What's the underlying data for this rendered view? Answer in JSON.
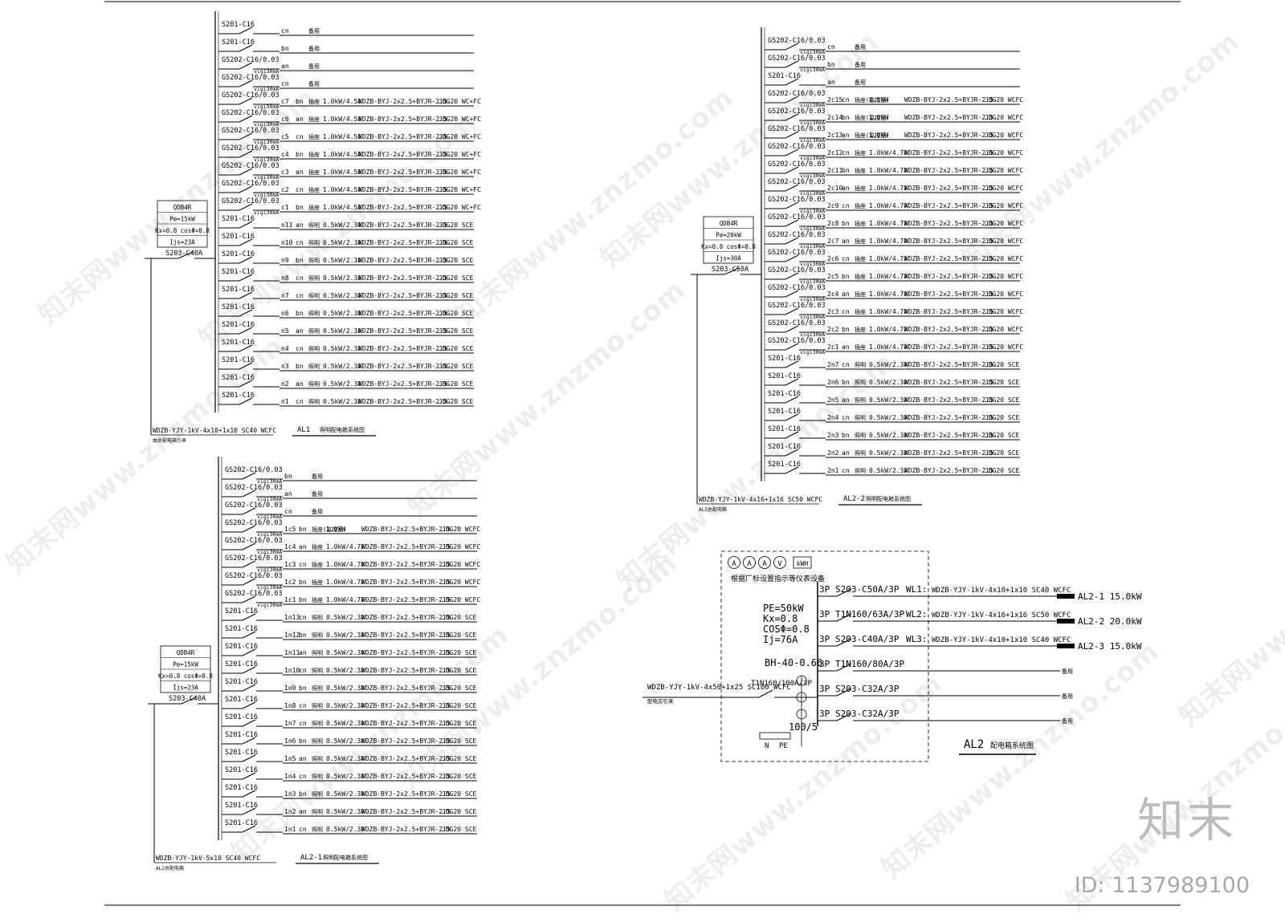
{
  "panels": [
    {
      "id": "al1",
      "ox": 0,
      "oy": 0,
      "meter": [
        "QDB4R",
        "Pe=15kW",
        "Kx=0.8   cosΦ=0.8",
        "Ijs=23A"
      ],
      "main_breaker": "S203-C40A",
      "feeder": "WDZB-YJY-1kV-4x10+1x10  SC40   WCFC",
      "feeder_note": "由总配电箱引来",
      "title": "AL1",
      "title_note": "照明配电箱系统图",
      "circuits": [
        {
          "b": "S201-C16",
          "r": "",
          "id": "cn",
          "ph": "",
          "use": "备用",
          "p": "",
          "cab": "",
          "pipe": ""
        },
        {
          "b": "S201-C16",
          "r": "",
          "id": "bn",
          "ph": "",
          "use": "备用",
          "p": "",
          "cab": "",
          "pipe": ""
        },
        {
          "b": "GS202-C16/0.03",
          "r": "vigi30mA",
          "id": "an",
          "ph": "",
          "use": "备用",
          "p": "",
          "cab": "",
          "pipe": ""
        },
        {
          "b": "GS202-C16/0.03",
          "r": "vigi30mA",
          "id": "cn",
          "ph": "",
          "use": "备用",
          "p": "",
          "cab": "",
          "pipe": ""
        },
        {
          "b": "GS202-C16/0.03",
          "r": "vigi30mA",
          "id": "c7",
          "ph": "bn",
          "use": "插座",
          "p": "1.0kW/4.5A",
          "cab": "WDZB-BYJ-2x2.5+BYJR-2.5",
          "pipe": "JDG20   WC+FC"
        },
        {
          "b": "GS202-C16/0.03",
          "r": "vigi30mA",
          "id": "c6",
          "ph": "an",
          "use": "插座",
          "p": "1.0kW/4.5A",
          "cab": "WDZB-BYJ-2x2.5+BYJR-2.5",
          "pipe": "JDG20   WC+FC"
        },
        {
          "b": "GS202-C16/0.03",
          "r": "vigi30mA",
          "id": "c5",
          "ph": "cn",
          "use": "插座",
          "p": "1.0kW/4.5A",
          "cab": "WDZB-BYJ-2x2.5+BYJR-2.5",
          "pipe": "JDG20   WC+FC"
        },
        {
          "b": "GS202-C16/0.03",
          "r": "vigi30mA",
          "id": "c4",
          "ph": "bn",
          "use": "插座",
          "p": "1.0kW/4.5A",
          "cab": "WDZB-BYJ-2x2.5+BYJR-2.5",
          "pipe": "JDG20   WC+FC"
        },
        {
          "b": "GS202-C16/0.03",
          "r": "vigi30mA",
          "id": "c3",
          "ph": "an",
          "use": "插座",
          "p": "1.0kW/4.5A",
          "cab": "WDZB-BYJ-2x2.5+BYJR-2.5",
          "pipe": "JDG20   WC+FC"
        },
        {
          "b": "GS202-C16/0.03",
          "r": "vigi30mA",
          "id": "c2",
          "ph": "cn",
          "use": "插座",
          "p": "1.0kW/4.5A",
          "cab": "WDZB-BYJ-2x2.5+BYJR-2.5",
          "pipe": "JDG20   WC+FC"
        },
        {
          "b": "GS202-C16/0.03",
          "r": "vigi30mA",
          "id": "c1",
          "ph": "bn",
          "use": "插座",
          "p": "1.0kW/4.5A",
          "cab": "WDZB-BYJ-2x2.5+BYJR-2.5",
          "pipe": "JDG20   WC+FC"
        },
        {
          "b": "S201-C16",
          "r": "",
          "id": "n11",
          "ph": "an",
          "use": "照明",
          "p": "0.5kW/2.3A",
          "cab": "WDZB-BYJ-2x2.5+BYJR-2.5",
          "pipe": "JDG20   SCE"
        },
        {
          "b": "S201-C16",
          "r": "",
          "id": "n10",
          "ph": "cn",
          "use": "照明",
          "p": "0.5kW/2.3A",
          "cab": "WDZB-BYJ-2x2.5+BYJR-2.5",
          "pipe": "JDG20   SCE"
        },
        {
          "b": "S201-C16",
          "r": "",
          "id": "n9",
          "ph": "bn",
          "use": "照明",
          "p": "0.5kW/2.3A",
          "cab": "WDZB-BYJ-2x2.5+BYJR-2.5",
          "pipe": "JDG20   SCE"
        },
        {
          "b": "S201-C16",
          "r": "",
          "id": "n8",
          "ph": "cn",
          "use": "照明",
          "p": "0.5kW/2.3A",
          "cab": "WDZB-BYJ-2x2.5+BYJR-2.5",
          "pipe": "JDG20   SCE"
        },
        {
          "b": "S201-C16",
          "r": "",
          "id": "n7",
          "ph": "cn",
          "use": "照明",
          "p": "0.5kW/2.3A",
          "cab": "WDZB-BYJ-2x2.5+BYJR-2.5",
          "pipe": "JDG20   SCE"
        },
        {
          "b": "S201-C16",
          "r": "",
          "id": "n6",
          "ph": "bn",
          "use": "照明",
          "p": "0.5kW/2.3A",
          "cab": "WDZB-BYJ-2x2.5+BYJR-2.5",
          "pipe": "JDG20   SCE"
        },
        {
          "b": "S201-C16",
          "r": "",
          "id": "n5",
          "ph": "an",
          "use": "照明",
          "p": "0.5kW/2.3A",
          "cab": "WDZB-BYJ-2x2.5+BYJR-2.5",
          "pipe": "JDG20   SCE"
        },
        {
          "b": "S201-C16",
          "r": "",
          "id": "n4",
          "ph": "cn",
          "use": "照明",
          "p": "0.5kW/2.3A",
          "cab": "WDZB-BYJ-2x2.5+BYJR-2.5",
          "pipe": "JDG20   SCE"
        },
        {
          "b": "S201-C16",
          "r": "",
          "id": "n3",
          "ph": "bn",
          "use": "照明",
          "p": "0.5kW/2.3A",
          "cab": "WDZB-BYJ-2x2.5+BYJR-2.5",
          "pipe": "JDG20   SCE"
        },
        {
          "b": "S201-C16",
          "r": "",
          "id": "n2",
          "ph": "an",
          "use": "照明",
          "p": "0.5kW/2.3A",
          "cab": "WDZB-BYJ-2x2.5+BYJR-2.5",
          "pipe": "JDG20   SCE"
        },
        {
          "b": "S201-C16",
          "r": "",
          "id": "n1",
          "ph": "cn",
          "use": "照明",
          "p": "0.5kW/2.3A",
          "cab": "WDZB-BYJ-2x2.5+BYJR-2.5",
          "pipe": "JDG20   SCE"
        }
      ]
    },
    {
      "id": "al2-1",
      "ox": 4,
      "oy": 555,
      "meter": [
        "QDB4R",
        "Pe=15kW",
        "Kx=0.8   cosΦ=0.8",
        "Ijs=23A"
      ],
      "main_breaker": "S203-C40A",
      "feeder": "WDZB-YJY-1kV-5x10  SC40   WCFC",
      "feeder_note": "AL2总配电箱",
      "title": "AL2-1",
      "title_note": "照明配电箱系统图",
      "circuits": [
        {
          "b": "GS202-C16/0.03",
          "r": "vigi30mA",
          "id": "bn",
          "ph": "",
          "use": "备用",
          "p": "",
          "cab": "",
          "pipe": ""
        },
        {
          "b": "GS202-C16/0.03",
          "r": "vigi30mA",
          "id": "an",
          "ph": "",
          "use": "备用",
          "p": "",
          "cab": "",
          "pipe": ""
        },
        {
          "b": "GS202-C16/0.03",
          "r": "vigi30mA",
          "id": "cn",
          "ph": "",
          "use": "备用",
          "p": "",
          "cab": "",
          "pipe": ""
        },
        {
          "b": "GS202-C16/0.03",
          "r": "vigi30mA",
          "id": "1c5",
          "ph": "bn",
          "use": "插座(监控室)",
          "p": "1.0kW",
          "cab": "WDZB-BYJ-2x2.5+BYJR-2.5",
          "pipe": "JDG20  WCFC"
        },
        {
          "b": "GS202-C16/0.03",
          "r": "vigi30mA",
          "id": "1c4",
          "ph": "an",
          "use": "插座",
          "p": "1.0kW/4.7A",
          "cab": "WDZB-BYJ-2x2.5+BYJR-2.5",
          "pipe": "JDG20  WCFC"
        },
        {
          "b": "GS202-C16/0.03",
          "r": "vigi30mA",
          "id": "1c3",
          "ph": "cn",
          "use": "插座",
          "p": "1.0kW/4.7A",
          "cab": "WDZB-BYJ-2x2.5+BYJR-2.5",
          "pipe": "JDG20  WCFC"
        },
        {
          "b": "GS202-C16/0.03",
          "r": "vigi30mA",
          "id": "1c2",
          "ph": "bn",
          "use": "插座",
          "p": "1.0kW/4.7A",
          "cab": "WDZB-BYJ-2x2.5+BYJR-2.5",
          "pipe": "JDG20  WCFC"
        },
        {
          "b": "GS202-C16/0.03",
          "r": "vigi30mA",
          "id": "1c1",
          "ph": "bn",
          "use": "插座",
          "p": "1.0kW/4.7A",
          "cab": "WDZB-BYJ-2x2.5+BYJR-2.5",
          "pipe": "JDG20  WCFC"
        },
        {
          "b": "S201-C16",
          "r": "",
          "id": "1n13",
          "ph": "cn",
          "use": "照明",
          "p": "0.5kW/2.3A",
          "cab": "WDZB-BYJ-2x2.5+BYJR-2.5",
          "pipe": "JDG20  SCE"
        },
        {
          "b": "S201-C16",
          "r": "",
          "id": "1n12",
          "ph": "bn",
          "use": "照明",
          "p": "0.5kW/2.3A",
          "cab": "WDZB-BYJ-2x2.5+BYJR-2.5",
          "pipe": "JDG20  SCE"
        },
        {
          "b": "S201-C16",
          "r": "",
          "id": "1n11",
          "ph": "an",
          "use": "照明",
          "p": "0.5kW/2.3A",
          "cab": "WDZB-BYJ-2x2.5+BYJR-2.5",
          "pipe": "JDG20  SCE"
        },
        {
          "b": "S201-C16",
          "r": "",
          "id": "1n10",
          "ph": "cn",
          "use": "照明",
          "p": "0.5kW/2.3A",
          "cab": "WDZB-BYJ-2x2.5+BYJR-2.5",
          "pipe": "JDG20  SCE"
        },
        {
          "b": "S201-C16",
          "r": "",
          "id": "1n9",
          "ph": "bn",
          "use": "照明",
          "p": "0.5kW/2.3A",
          "cab": "WDZB-BYJ-2x2.5+BYJR-2.5",
          "pipe": "JDG20  SCE"
        },
        {
          "b": "S201-C16",
          "r": "",
          "id": "1n8",
          "ph": "cn",
          "use": "照明",
          "p": "0.5kW/2.3A",
          "cab": "WDZB-BYJ-2x2.5+BYJR-2.5",
          "pipe": "JDG20  SCE"
        },
        {
          "b": "S201-C16",
          "r": "",
          "id": "1n7",
          "ph": "cn",
          "use": "照明",
          "p": "0.5kW/2.3A",
          "cab": "WDZB-BYJ-2x2.5+BYJR-2.5",
          "pipe": "JDG20  SCE"
        },
        {
          "b": "S201-C16",
          "r": "",
          "id": "1n6",
          "ph": "bn",
          "use": "照明",
          "p": "0.5kW/2.3A",
          "cab": "WDZB-BYJ-2x2.5+BYJR-2.5",
          "pipe": "JDG20  SCE"
        },
        {
          "b": "S201-C16",
          "r": "",
          "id": "1n5",
          "ph": "an",
          "use": "照明",
          "p": "0.5kW/2.3A",
          "cab": "WDZB-BYJ-2x2.5+BYJR-2.5",
          "pipe": "JDG20  SCE"
        },
        {
          "b": "S201-C16",
          "r": "",
          "id": "1n4",
          "ph": "cn",
          "use": "照明",
          "p": "0.5kW/2.3A",
          "cab": "WDZB-BYJ-2x2.5+BYJR-2.5",
          "pipe": "JDG20  SCE"
        },
        {
          "b": "S201-C16",
          "r": "",
          "id": "1n3",
          "ph": "bn",
          "use": "照明",
          "p": "0.5kW/2.3A",
          "cab": "WDZB-BYJ-2x2.5+BYJR-2.5",
          "pipe": "JDG20  SCE"
        },
        {
          "b": "S201-C16",
          "r": "",
          "id": "1n2",
          "ph": "an",
          "use": "照明",
          "p": "0.5kW/2.3A",
          "cab": "WDZB-BYJ-2x2.5+BYJR-2.5",
          "pipe": "JDG20  SCE"
        },
        {
          "b": "S201-C16",
          "r": "",
          "id": "1n1",
          "ph": "cn",
          "use": "照明",
          "p": "0.5kW/2.3A",
          "cab": "WDZB-BYJ-2x2.5+BYJR-2.5",
          "pipe": "JDG20  SCE"
        }
      ]
    },
    {
      "id": "al2-2",
      "ox": 680,
      "oy": 20,
      "meter": [
        "QDB4R",
        "Pe=20kW",
        "Kx=0.8   cosΦ=0.8",
        "Ijs=30A"
      ],
      "main_breaker": "S203-C50A",
      "feeder": "WDZB-YJY-1kV-4x16+1x16  SC50   WCFC",
      "feeder_note": "AL2总配电箱",
      "title": "AL2-2",
      "title_note": "照明配电箱系统图",
      "circuits": [
        {
          "b": "GS202-C16/0.03",
          "r": "vigi30mA",
          "id": "cn",
          "ph": "",
          "use": "备用",
          "p": "",
          "cab": "",
          "pipe": ""
        },
        {
          "b": "GS202-C16/0.03",
          "r": "vigi30mA",
          "id": "bn",
          "ph": "",
          "use": "备用",
          "p": "",
          "cab": "",
          "pipe": ""
        },
        {
          "b": "S201-C16",
          "r": "",
          "id": "an",
          "ph": "",
          "use": "备用",
          "p": "",
          "cab": "",
          "pipe": ""
        },
        {
          "b": "GS202-C16/0.03",
          "r": "vigi30mA",
          "id": "2c15",
          "ph": "cn",
          "use": "插座(监控室)",
          "p": "0.5kW",
          "cab": "WDZB-BYJ-2x2.5+BYJR-2.5",
          "pipe": "JDG20 WCFC"
        },
        {
          "b": "GS202-C16/0.03",
          "r": "vigi30mA",
          "id": "2c14",
          "ph": "bn",
          "use": "插座(监控室)",
          "p": "1.0kW",
          "cab": "WDZB-BYJ-2x2.5+BYJR-2.5",
          "pipe": "JDG20 WCFC"
        },
        {
          "b": "GS202-C16/0.03",
          "r": "vigi30mA",
          "id": "2c13",
          "ph": "an",
          "use": "插座(监控室)",
          "p": "1.0kW",
          "cab": "WDZB-BYJ-2x2.5+BYJR-2.5",
          "pipe": "JDG20 WCFC"
        },
        {
          "b": "GS202-C16/0.03",
          "r": "vigi30mA",
          "id": "2c12",
          "ph": "cn",
          "use": "插座",
          "p": "1.0kW/4.7A",
          "cab": "WDZB-BYJ-2x2.5+BYJR-2.5",
          "pipe": "JDG20 WCFC"
        },
        {
          "b": "GS202-C16/0.03",
          "r": "vigi30mA",
          "id": "2c11",
          "ph": "bn",
          "use": "插座",
          "p": "1.0kW/4.7A",
          "cab": "WDZB-BYJ-2x2.5+BYJR-2.5",
          "pipe": "JDG20 WCFC"
        },
        {
          "b": "GS202-C16/0.03",
          "r": "vigi30mA",
          "id": "2c10",
          "ph": "an",
          "use": "插座",
          "p": "1.0kW/4.7A",
          "cab": "WDZB-BYJ-2x2.5+BYJR-2.5",
          "pipe": "JDG20 WCFC"
        },
        {
          "b": "GS202-C16/0.03",
          "r": "vigi30mA",
          "id": "2c9",
          "ph": "cn",
          "use": "插座",
          "p": "1.0kW/4.7A",
          "cab": "WDZB-BYJ-2x2.5+BYJR-2.5",
          "pipe": "JDG20 WCFC"
        },
        {
          "b": "GS202-C16/0.03",
          "r": "vigi30mA",
          "id": "2c8",
          "ph": "bn",
          "use": "插座",
          "p": "1.0kW/4.7A",
          "cab": "WDZB-BYJ-2x2.5+BYJR-2.5",
          "pipe": "JDG20 WCFC"
        },
        {
          "b": "GS202-C16/0.03",
          "r": "vigi30mA",
          "id": "2c7",
          "ph": "an",
          "use": "插座",
          "p": "1.0kW/4.7A",
          "cab": "WDZB-BYJ-2x2.5+BYJR-2.5",
          "pipe": "JDG20 WCFC"
        },
        {
          "b": "GS202-C16/0.03",
          "r": "vigi30mA",
          "id": "2c6",
          "ph": "cn",
          "use": "插座",
          "p": "1.0kW/4.7A",
          "cab": "WDZB-BYJ-2x2.5+BYJR-2.5",
          "pipe": "JDG20 WCFC"
        },
        {
          "b": "GS202-C16/0.03",
          "r": "vigi30mA",
          "id": "2c5",
          "ph": "bn",
          "use": "插座",
          "p": "1.0kW/4.7A",
          "cab": "WDZB-BYJ-2x2.5+BYJR-2.5",
          "pipe": "JDG20 WCFC"
        },
        {
          "b": "GS202-C16/0.03",
          "r": "vigi30mA",
          "id": "2c4",
          "ph": "an",
          "use": "插座",
          "p": "1.0kW/4.7A",
          "cab": "WDZB-BYJ-2x2.5+BYJR-2.5",
          "pipe": "JDG20 WCFC"
        },
        {
          "b": "GS202-C16/0.03",
          "r": "vigi30mA",
          "id": "2c3",
          "ph": "cn",
          "use": "插座",
          "p": "1.0kW/4.7A",
          "cab": "WDZB-BYJ-2x2.5+BYJR-2.5",
          "pipe": "JDG20 WCFC"
        },
        {
          "b": "GS202-C16/0.03",
          "r": "vigi30mA",
          "id": "2c2",
          "ph": "bn",
          "use": "插座",
          "p": "1.0kW/4.7A",
          "cab": "WDZB-BYJ-2x2.5+BYJR-2.5",
          "pipe": "JDG20 WCFC"
        },
        {
          "b": "GS202-C16/0.03",
          "r": "vigi30mA",
          "id": "2c1",
          "ph": "an",
          "use": "插座",
          "p": "1.0kW/4.7A",
          "cab": "WDZB-BYJ-2x2.5+BYJR-2.5",
          "pipe": "JDG20 WCFC"
        },
        {
          "b": "S201-C16",
          "r": "",
          "id": "2n7",
          "ph": "cn",
          "use": "照明",
          "p": "0.5kW/2.3A",
          "cab": "WDZB-BYJ-2x2.5+BYJR-2.5",
          "pipe": "JDG20 SCE"
        },
        {
          "b": "S201-C16",
          "r": "",
          "id": "2n6",
          "ph": "bn",
          "use": "照明",
          "p": "0.5kW/2.3A",
          "cab": "WDZB-BYJ-2x2.5+BYJR-2.5",
          "pipe": "JDG20 SCE"
        },
        {
          "b": "S201-C16",
          "r": "",
          "id": "2n5",
          "ph": "an",
          "use": "照明",
          "p": "0.5kW/2.3A",
          "cab": "WDZB-BYJ-2x2.5+BYJR-2.5",
          "pipe": "JDG20 SCE"
        },
        {
          "b": "S201-C16",
          "r": "",
          "id": "2n4",
          "ph": "cn",
          "use": "照明",
          "p": "0.5kW/2.3A",
          "cab": "WDZB-BYJ-2x2.5+BYJR-2.5",
          "pipe": "JDG20 SCE"
        },
        {
          "b": "S201-C16",
          "r": "",
          "id": "2n3",
          "ph": "bn",
          "use": "照明",
          "p": "0.5kW/2.3A",
          "cab": "WDZB-BYJ-2x2.5+BYJR-2.5",
          "pipe": "JDG20 SCE"
        },
        {
          "b": "S201-C16",
          "r": "",
          "id": "2n2",
          "ph": "an",
          "use": "照明",
          "p": "0.5kW/2.3A",
          "cab": "WDZB-BYJ-2x2.5+BYJR-2.5",
          "pipe": "JDG20 SCE"
        },
        {
          "b": "S201-C16",
          "r": "",
          "id": "2n1",
          "ph": "cn",
          "use": "照明",
          "p": "0.5kW/2.3A",
          "cab": "WDZB-BYJ-2x2.5+BYJR-2.5",
          "pipe": "JDG20 SCE"
        }
      ]
    }
  ],
  "al2": {
    "meters": [
      "A",
      "A",
      "A",
      "V"
    ],
    "kwh": "kWH",
    "box_note": "根据厂标设置指示等仪表设备",
    "params": [
      "PE=50kW",
      "Kx=0.8",
      "COSΦ=0.8",
      "Ij=76A"
    ],
    "surge": "BH-40-0.66",
    "ct": "100/5",
    "incoming_cable": "WDZB-YJY-1kV-4x50+1x25  SC100   WCFC",
    "incoming_note": "配电房引来",
    "main_switch": "T1N160/100A/3P",
    "ne": [
      "N",
      "PE"
    ],
    "outgoing": [
      {
        "pole": "3P",
        "breaker": "S203-C50A/3P",
        "wl": "WL1:",
        "cable": "WDZB-YJY-1kV-4x10+1x10  SC40   WCFC",
        "dest": "AL2-1 15.0kW"
      },
      {
        "pole": "3P",
        "breaker": "T1N160/63A/3P",
        "wl": "WL2:",
        "cable": "WDZB-YJY-1kV-4x16+1x16  SC50   WCFC",
        "dest": "AL2-2 20.0kW"
      },
      {
        "pole": "3P",
        "breaker": "S203-C40A/3P",
        "wl": "WL3:",
        "cable": "WDZB-YJY-1kV-4x10+1x10  SC40   WCFC",
        "dest": "AL2-3 15.0kW"
      },
      {
        "pole": "3P",
        "breaker": "T1N160/80A/3P",
        "wl": "",
        "cable": "",
        "dest": "备用"
      },
      {
        "pole": "3P",
        "breaker": "S203-C32A/3P",
        "wl": "",
        "cable": "",
        "dest": "备用"
      },
      {
        "pole": "3P",
        "breaker": "S203-C32A/3P",
        "wl": "",
        "cable": "",
        "dest": "备用"
      }
    ],
    "title": "AL2",
    "title_note": "配电箱系统图"
  },
  "watermark": "知末网www.znzmo.com",
  "brand": "知末",
  "image_id": "ID: 1137989100"
}
